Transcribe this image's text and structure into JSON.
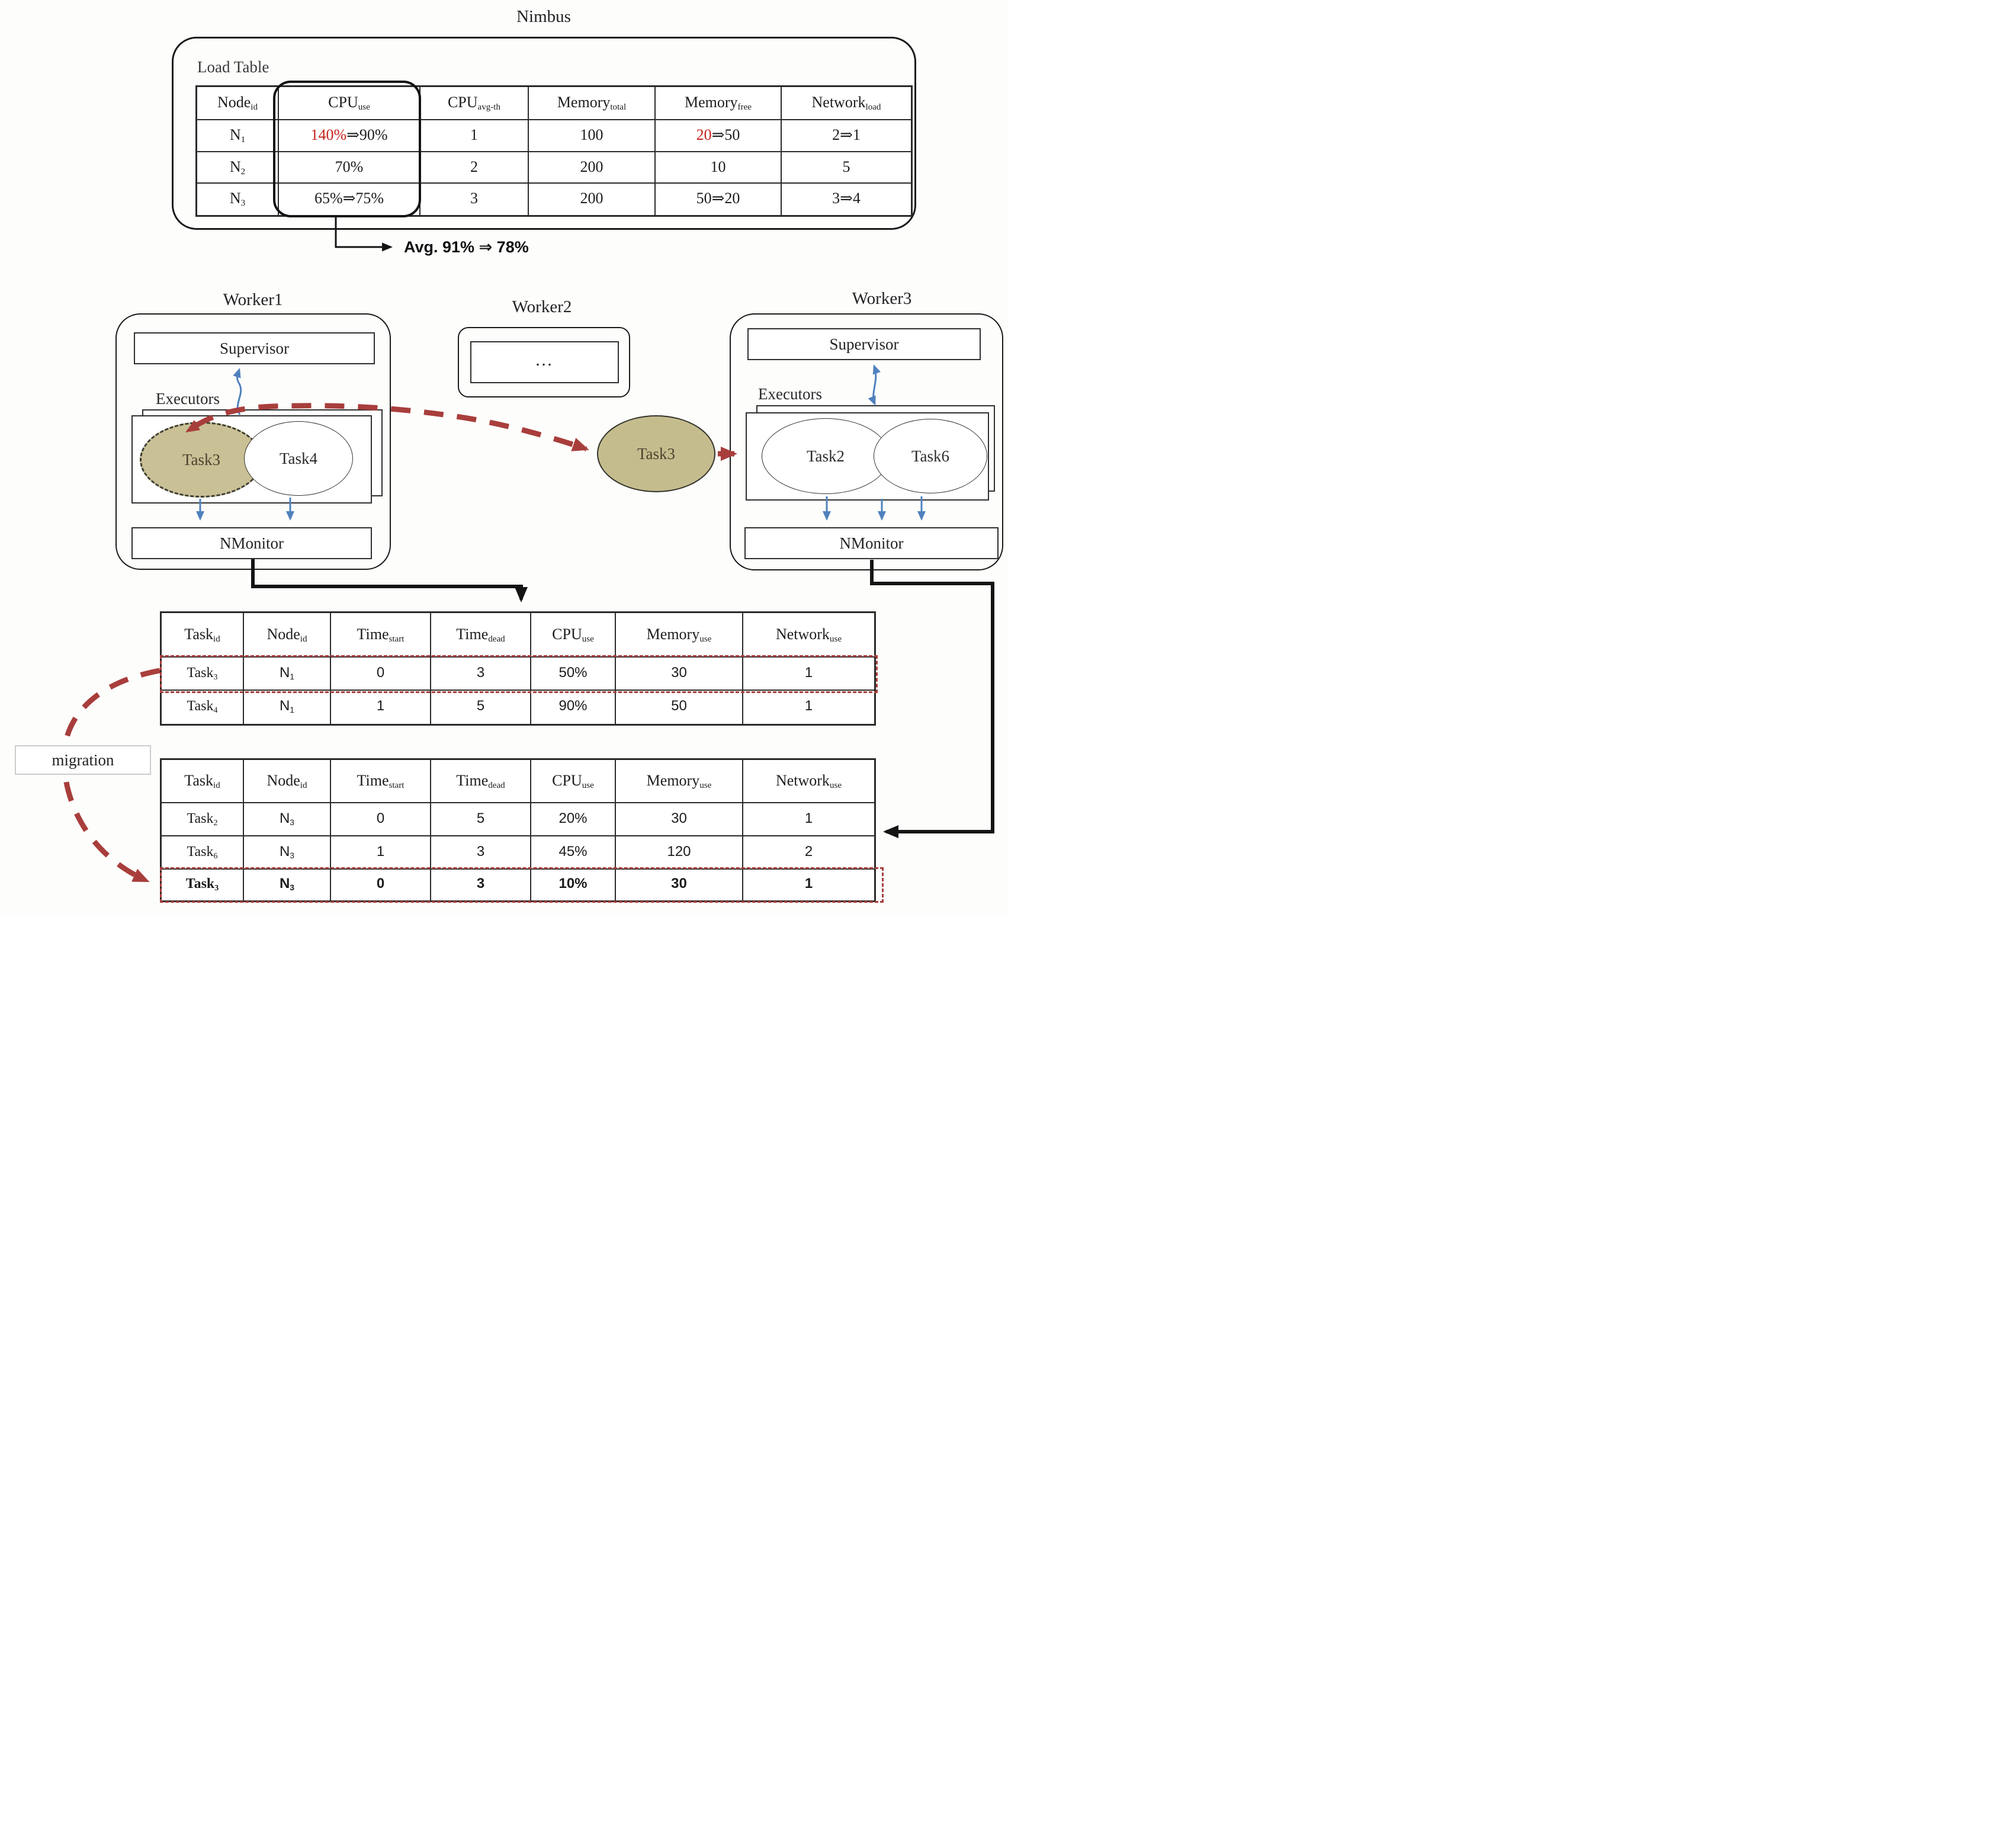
{
  "colors": {
    "alert_red_text": "#c5221b",
    "migration_dash_red": "#a83e3c",
    "task_fill_tan": "#c9c096",
    "monitor_arrow_blue": "#4f81bd",
    "line_black": "#141414"
  },
  "nimbus": {
    "title": "Nimbus",
    "load_table_label": "Load Table",
    "avg_annotation": "Avg. 91% ⇒ 78%",
    "load_table": {
      "headers": [
        {
          "main": "Node",
          "sub": "id"
        },
        {
          "main": "CPU",
          "sub": "use"
        },
        {
          "main": "CPU",
          "sub": "avg-th"
        },
        {
          "main": "Memory",
          "sub": "total"
        },
        {
          "main": "Memory",
          "sub": "free"
        },
        {
          "main": "Network",
          "sub": "load"
        }
      ],
      "rows": [
        {
          "cells": [
            {
              "main": "N",
              "sub": "1",
              "font": "serif"
            },
            {
              "parts": [
                {
                  "text": "140%",
                  "color": "red"
                },
                {
                  "text": "⇒90%"
                }
              ]
            },
            "1",
            "100",
            {
              "parts": [
                {
                  "text": "20",
                  "color": "red"
                },
                {
                  "text": "⇒50"
                }
              ]
            },
            "2⇒1"
          ]
        },
        {
          "cells": [
            {
              "main": "N",
              "sub": "2",
              "font": "serif"
            },
            "70%",
            "2",
            "200",
            "10",
            "5"
          ]
        },
        {
          "cells": [
            {
              "main": "N",
              "sub": "3",
              "font": "serif"
            },
            "65%⇒75%",
            "3",
            "200",
            "50⇒20",
            "3⇒4"
          ]
        }
      ]
    }
  },
  "workers": {
    "worker1": {
      "label": "Worker1",
      "supervisor": "Supervisor",
      "executors_label": "Executors",
      "tasks": [
        {
          "name": "Task3",
          "state": "migrating-out"
        },
        {
          "name": "Task4",
          "state": "running"
        }
      ],
      "nmonitor": "NMonitor"
    },
    "worker2": {
      "label": "Worker2",
      "placeholder": "…"
    },
    "worker3": {
      "label": "Worker3",
      "supervisor": "Supervisor",
      "executors_label": "Executors",
      "tasks": [
        {
          "name": "Task2",
          "state": "running"
        },
        {
          "name": "Task6",
          "state": "running"
        }
      ],
      "nmonitor": "NMonitor"
    }
  },
  "migration": {
    "label": "migration",
    "moving_task": "Task3"
  },
  "task_tables": {
    "worker1_table": {
      "headers": [
        {
          "main": "Task",
          "sub": "id"
        },
        {
          "main": "Node",
          "sub": "id"
        },
        {
          "main": "Time",
          "sub": "start"
        },
        {
          "main": "Time",
          "sub": "dead"
        },
        {
          "main": "CPU",
          "sub": "use"
        },
        {
          "main": "Memory",
          "sub": "use"
        },
        {
          "main": "Network",
          "sub": "use"
        }
      ],
      "rows": [
        {
          "highlight": true,
          "cells": [
            {
              "main": "Task",
              "sub": "3",
              "font": "serif"
            },
            {
              "main": "N",
              "sub": "1"
            },
            "0",
            "3",
            "50%",
            "30",
            "1"
          ]
        },
        {
          "cells": [
            {
              "main": "Task",
              "sub": "4",
              "font": "serif"
            },
            {
              "main": "N",
              "sub": "1"
            },
            "1",
            "5",
            "90%",
            "50",
            "1"
          ]
        }
      ]
    },
    "worker3_table": {
      "headers": [
        {
          "main": "Task",
          "sub": "id"
        },
        {
          "main": "Node",
          "sub": "id"
        },
        {
          "main": "Time",
          "sub": "start"
        },
        {
          "main": "Time",
          "sub": "dead"
        },
        {
          "main": "CPU",
          "sub": "use"
        },
        {
          "main": "Memory",
          "sub": "use"
        },
        {
          "main": "Network",
          "sub": "use"
        }
      ],
      "rows": [
        {
          "cells": [
            {
              "main": "Task",
              "sub": "2",
              "font": "serif"
            },
            {
              "main": "N",
              "sub": "3"
            },
            "0",
            "5",
            "20%",
            "30",
            "1"
          ]
        },
        {
          "cells": [
            {
              "main": "Task",
              "sub": "6",
              "font": "serif"
            },
            {
              "main": "N",
              "sub": "3"
            },
            "1",
            "3",
            "45%",
            "120",
            "2"
          ]
        },
        {
          "highlight": true,
          "bold": true,
          "wide": true,
          "cells": [
            {
              "main": "Task",
              "sub": "3",
              "font": "serif"
            },
            {
              "main": "N",
              "sub": "3"
            },
            "0",
            "3",
            "10%",
            "30",
            "1"
          ]
        }
      ]
    }
  }
}
